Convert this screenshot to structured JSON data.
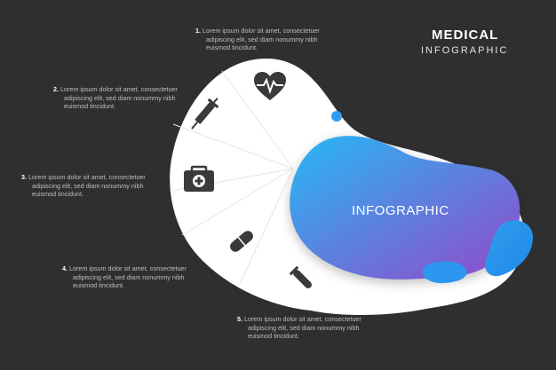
{
  "header": {
    "title": "MEDICAL",
    "subtitle": "INFOGRAPHIC"
  },
  "blob_label": "INFOGRAPHIC",
  "items": [
    {
      "number": "1.",
      "line1": "Lorem ipsum dolor sit amet, consectetuer",
      "line2": "adipiscing elit, sed diam nonummy nibh",
      "line3": "euismod tincidunt.",
      "icon": "heart-pulse-icon"
    },
    {
      "number": "2.",
      "line1": "Lorem ipsum dolor sit amet, consectetuer",
      "line2": "adipiscing elit, sed diam nonummy nibh",
      "line3": "euismod tincidunt.",
      "icon": "syringe-icon"
    },
    {
      "number": "3.",
      "line1": "Lorem ipsum dolor sit amet, consectetuer",
      "line2": "adipiscing elit, sed diam nonummy nibh",
      "line3": "euismod tincidunt.",
      "icon": "first-aid-kit-icon"
    },
    {
      "number": "4.",
      "line1": "Lorem ipsum dolor sit amet, consectetuer",
      "line2": "adipiscing elit, sed diam nonummy nibh",
      "line3": "euismod tincidunt.",
      "icon": "pill-capsule-icon"
    },
    {
      "number": "5.",
      "line1": "Lorem ipsum dolor sit amet, consectetuer",
      "line2": "adipiscing elit, sed diam nonummy nibh",
      "line3": "euismod tincidunt.",
      "icon": "test-tube-icon"
    }
  ],
  "colors": {
    "background": "#2f2f2f",
    "white_shape": "#ffffff",
    "gradient_start": "#29b6f6",
    "gradient_end": "#8e44c9",
    "accent_blue": "#2e9cf0",
    "icon": "#3a3a3a"
  }
}
